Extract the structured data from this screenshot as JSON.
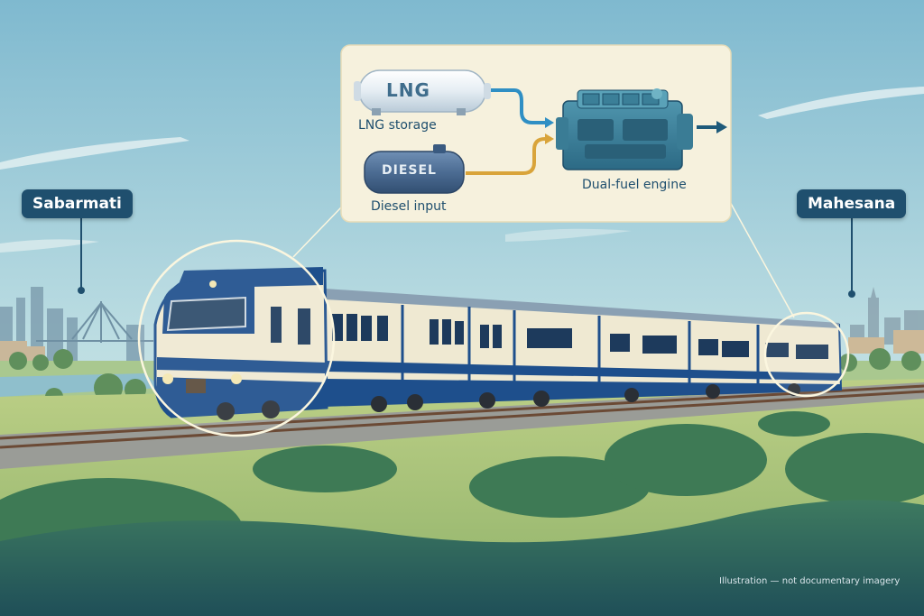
{
  "stations": {
    "origin": "Sabarmati",
    "destination": "Mahesana"
  },
  "fuel_system": {
    "lng_tank_label": "LNG",
    "lng_caption": "LNG storage",
    "diesel_tank_label": "DIESEL",
    "diesel_caption": "Diesel input",
    "engine_caption": "Dual-fuel engine"
  },
  "footer": {
    "disclaimer": "Illustration — not documentary imagery"
  },
  "colors": {
    "sky_top": "#8fc3d6",
    "sky_bottom": "#d4e9ea",
    "label_bg": "#1f4f6e",
    "train_blue": "#1e4f8c",
    "train_cream": "#efe9d2",
    "lng_line": "#2f8fc4",
    "diesel_line": "#d9a43a",
    "callout_bg": "#f6f1dd"
  }
}
